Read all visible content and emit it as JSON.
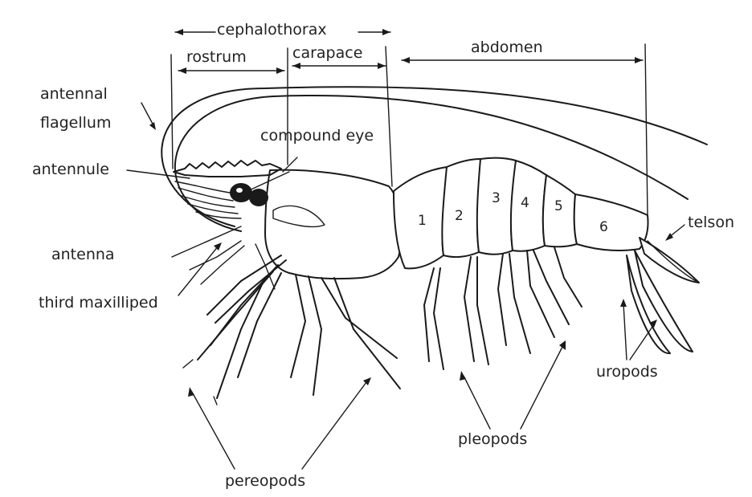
{
  "labels": {
    "cephalothorax": "cephalothorax",
    "rostrum": "rostrum",
    "carapace": "carapace",
    "abdomen": "abdomen",
    "antennal_flagellum_1": "antennal",
    "antennal_flagellum_2": "flagellum",
    "compound_eye": "compound eye",
    "antennule": "antennule",
    "antenna": "antenna",
    "third_maxilliped": "third maxilliped",
    "telson": "telson",
    "uropods": "uropods",
    "pleopods": "pleopods",
    "pereopods": "pereopods"
  },
  "segments": [
    "1",
    "2",
    "3",
    "4",
    "5",
    "6"
  ]
}
